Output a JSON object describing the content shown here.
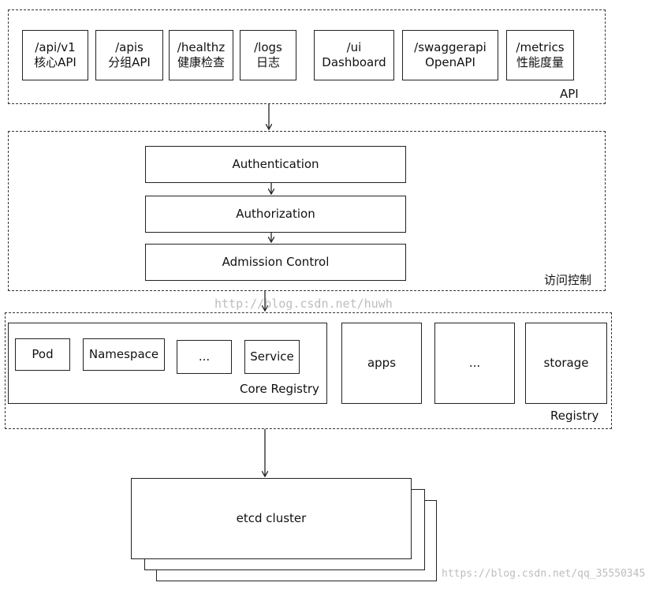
{
  "api_group": {
    "label": "API",
    "endpoints": [
      {
        "path": "/api/v1",
        "desc": "核心API"
      },
      {
        "path": "/apis",
        "desc": "分组API"
      },
      {
        "path": "/healthz",
        "desc": "健康检查"
      },
      {
        "path": "/logs",
        "desc": "日志"
      },
      {
        "path": "/ui",
        "desc": "Dashboard"
      },
      {
        "path": "/swaggerapi",
        "desc": "OpenAPI"
      },
      {
        "path": "/metrics",
        "desc": "性能度量"
      }
    ]
  },
  "access_control": {
    "label": "访问控制",
    "steps": [
      "Authentication",
      "Authorization",
      "Admission Control"
    ]
  },
  "registry": {
    "label": "Registry",
    "core_registry": {
      "label": "Core Registry",
      "items": [
        "Pod",
        "Namespace",
        "...",
        "Service"
      ]
    },
    "others": [
      "apps",
      "...",
      "storage"
    ]
  },
  "etcd": {
    "label": "etcd cluster"
  },
  "watermarks": {
    "center": "http://blog.csdn.net/huwh",
    "bottom_right": "https://blog.csdn.net/qq_35550345"
  }
}
